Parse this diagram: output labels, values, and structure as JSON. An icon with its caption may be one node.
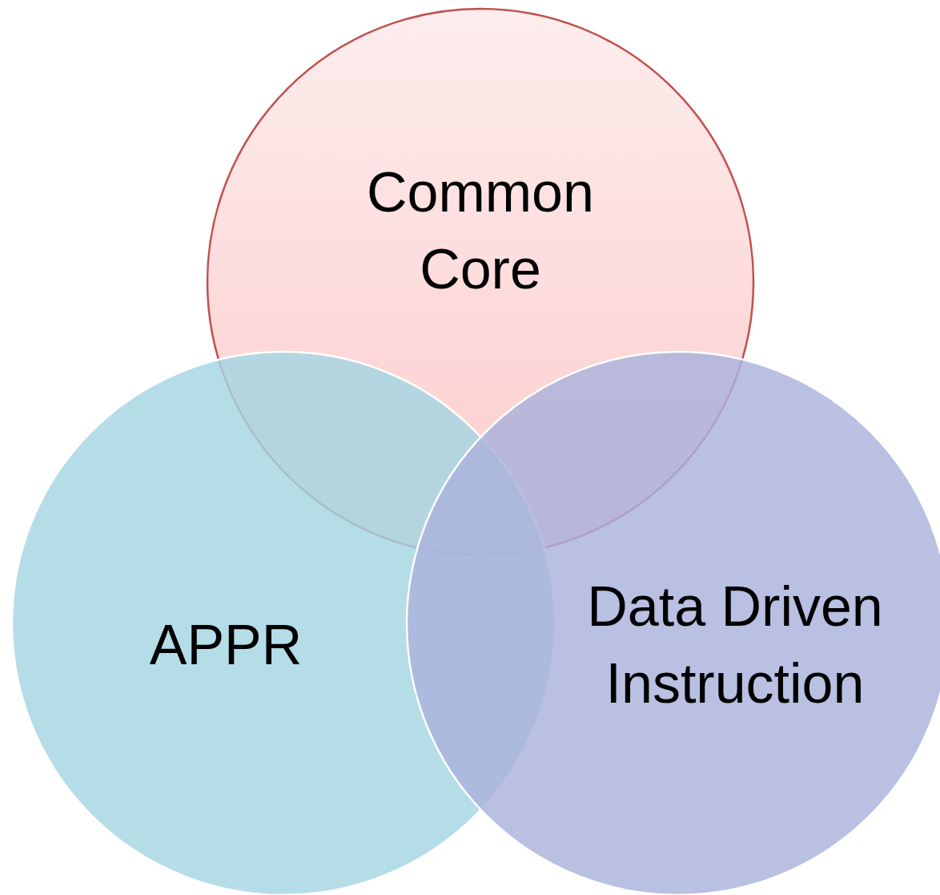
{
  "diagram": {
    "nodes": [
      {
        "text": [
          "Common Core"
        ]
      },
      {
        "text": [
          "APPR"
        ]
      },
      {
        "text": [
          "Data Driven Instruction"
        ]
      }
    ]
  }
}
